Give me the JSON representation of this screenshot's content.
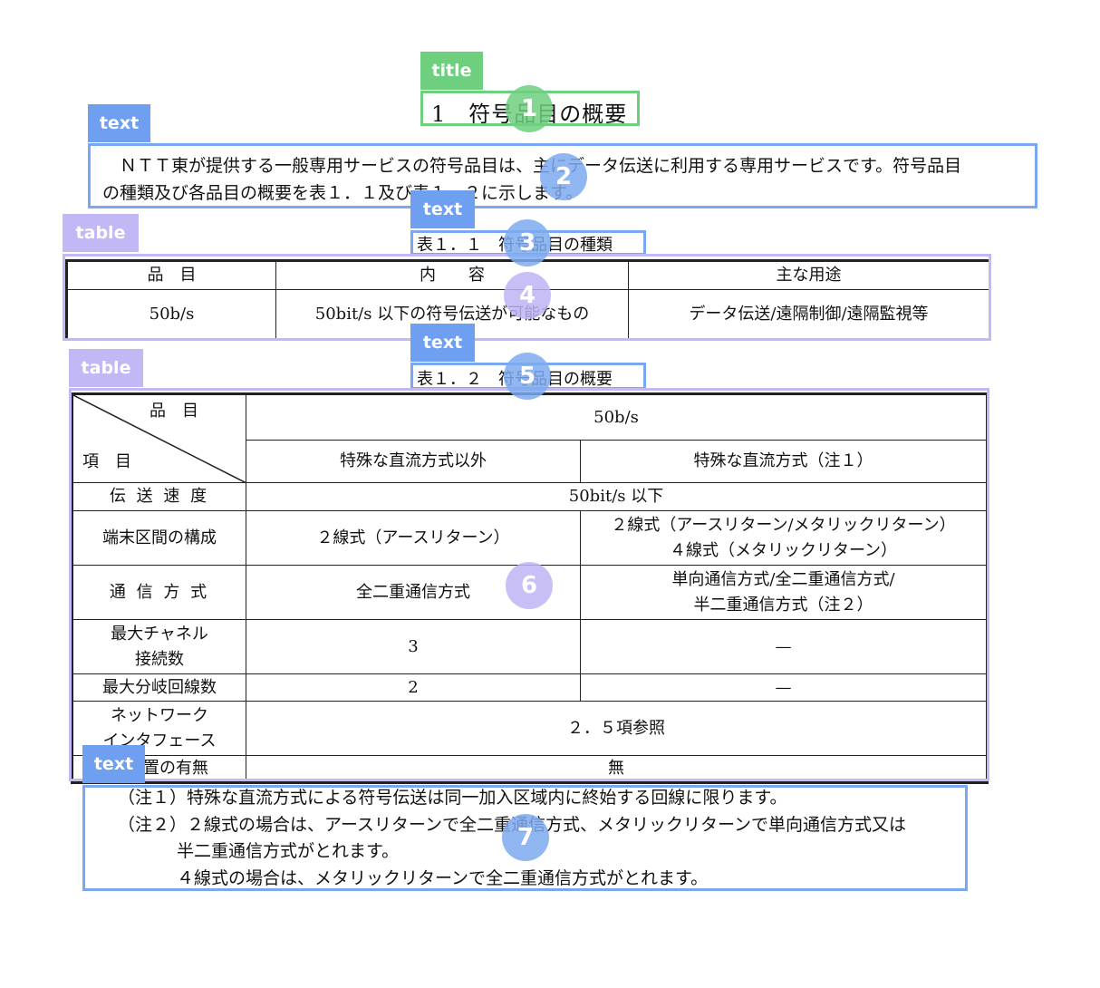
{
  "labels": {
    "title": "title",
    "text": "text",
    "table": "table"
  },
  "badges": [
    "1",
    "2",
    "3",
    "4",
    "5",
    "6",
    "7"
  ],
  "title": "1　符号品目の概要",
  "paragraph": {
    "line1": "ＮＴＴ東が提供する一般専用サービスの符号品目は、主にデータ伝送に利用する専用サービスです。符号品目",
    "line2": "の種類及び各品目の概要を表１．１及び表１．２に示します。"
  },
  "table1": {
    "caption": "表１．１　符号品目の種類",
    "headers": [
      "品　目",
      "内　　容",
      "主な用途"
    ],
    "row": [
      "50b/s",
      "50bit/s 以下の符号伝送が可能なもの",
      "データ伝送/遠隔制御/遠隔監視等"
    ]
  },
  "table2": {
    "caption": "表１．２　符号品目の概要",
    "corner_top": "品目",
    "corner_bottom": "項目",
    "product": "50b/s",
    "col_a": "特殊な直流方式以外",
    "col_b": "特殊な直流方式（注１）",
    "rows": [
      {
        "label": "伝 送 速 度",
        "span": "50bit/s 以下"
      },
      {
        "label": "端末区間の構成",
        "a": "２線式（アースリターン）",
        "b1": "２線式（アースリターン/メタリックリターン）",
        "b2": "４線式（メタリックリターン）"
      },
      {
        "label": "通 信 方 式",
        "a": "全二重通信方式",
        "b1": "単向通信方式/全二重通信方式/",
        "b2": "半二重通信方式（注２）"
      },
      {
        "label1": "最大チャネル",
        "label2": "接続数",
        "a": "3",
        "b": "—"
      },
      {
        "label": "最大分岐回線数",
        "a": "2",
        "b": "—"
      },
      {
        "label1": "ネットワーク",
        "label2": "インタフェース",
        "span": "２．５項参照"
      },
      {
        "label": "副設置の有無",
        "span": "無"
      }
    ]
  },
  "notes": {
    "n1": "（注１）特殊な直流方式による符号伝送は同一加入区域内に終始する回線に限ります。",
    "n2": "（注２）２線式の場合は、アースリターンで全二重通信方式、メタリックリターンで単向通信方式又は",
    "n2b": "半二重通信方式がとれます。",
    "n2c": "４線式の場合は、メタリックリターンで全二重通信方式がとれます。"
  },
  "colors": {
    "title": "#6ed07f",
    "text": "#6e9ff0",
    "table": "#c2b8f5"
  }
}
